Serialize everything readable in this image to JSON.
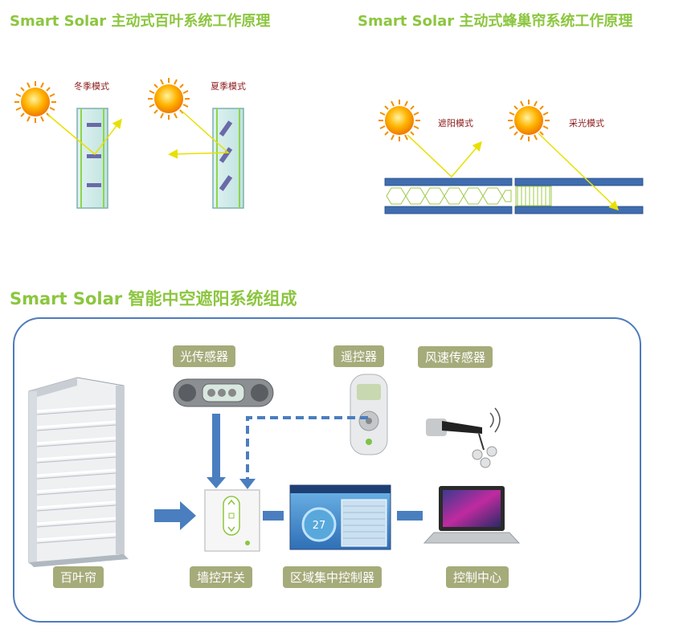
{
  "titles": {
    "louver": "Smart Solar 主动式百叶系统工作原理",
    "honeycomb": "Smart Solar 主动式蜂巢帘系统工作原理",
    "system": "Smart Solar 智能中空遮阳系统组成"
  },
  "louver_modes": {
    "winter": "冬季模式",
    "summer": "夏季模式"
  },
  "honeycomb_modes": {
    "shade": "遮阳模式",
    "light": "采光模式"
  },
  "components": {
    "light_sensor": "光传感器",
    "remote": "遥控器",
    "wind_sensor": "风速传感器",
    "blind": "百叶帘",
    "wall_switch": "墙控开关",
    "zone_controller": "区域集中控制器",
    "control_center": "控制中心"
  },
  "controller_screen": {
    "value": "27"
  },
  "colors": {
    "title_green": "#8cc63f",
    "label_bg": "#a6ab7a",
    "arrow_blue": "#4a7ebf",
    "frame_blue": "#4f7bbd"
  }
}
